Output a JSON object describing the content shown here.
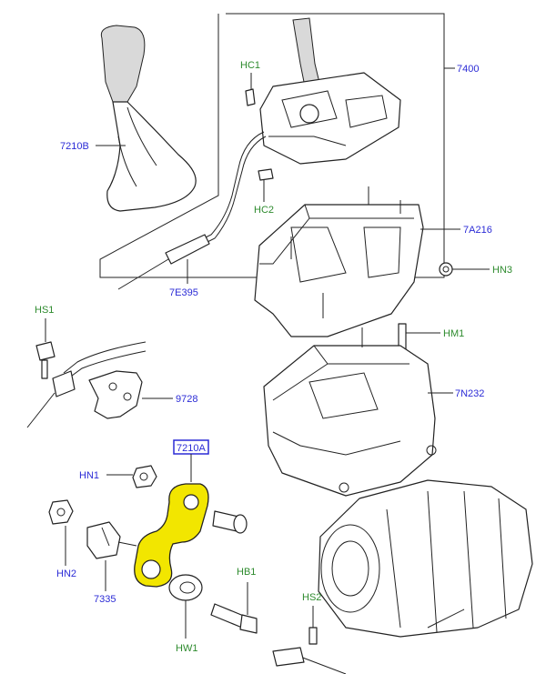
{
  "labels": {
    "p7400": "7400",
    "hc1": "HC1",
    "hc2": "HC2",
    "p7210b": "7210B",
    "p7a216": "7A216",
    "hn3": "HN3",
    "p7e395": "7E395",
    "hs1": "HS1",
    "hm1": "HM1",
    "p9728": "9728",
    "p7n232": "7N232",
    "p7210a": "7210A",
    "hn1": "HN1",
    "hn2": "HN2",
    "p7335": "7335",
    "hb1": "HB1",
    "hs2": "HS2",
    "hw1": "HW1"
  },
  "colors": {
    "part_number_label": "#2b2bd6",
    "hardware_label": "#2e8b2e",
    "highlight": "#f2e600"
  }
}
